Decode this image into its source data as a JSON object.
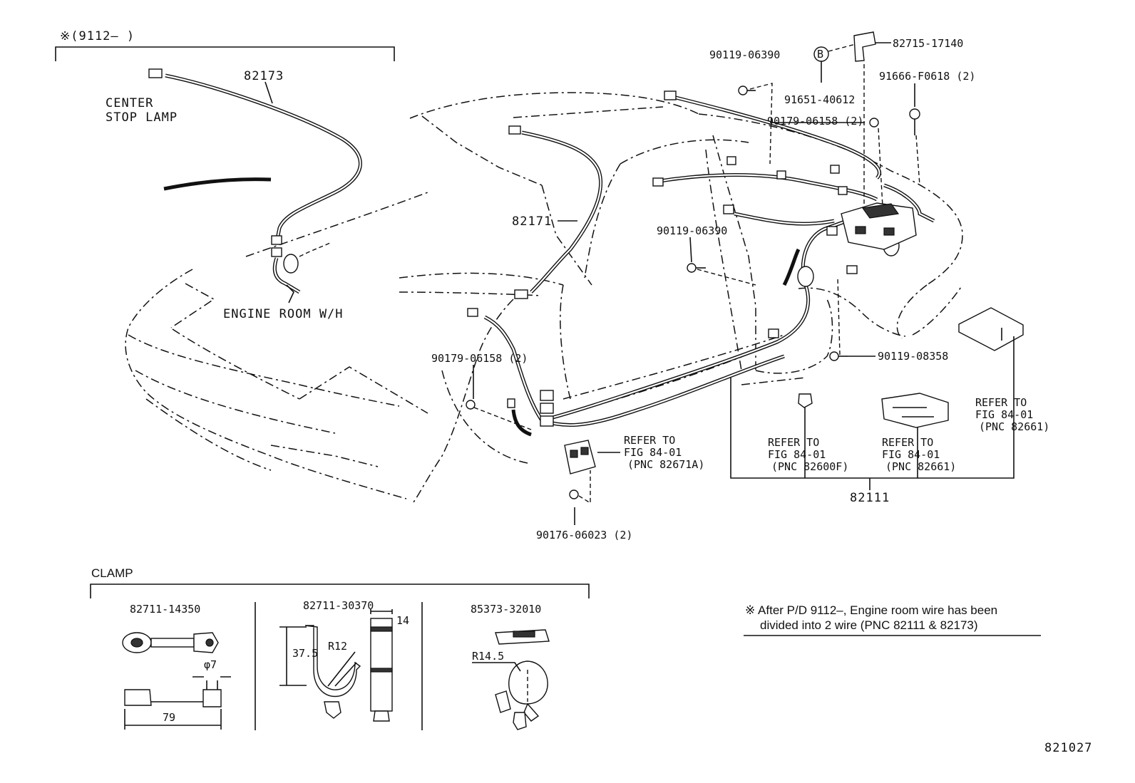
{
  "header": {
    "variant_bracket": "※(9112–        )"
  },
  "parts": {
    "p82173": "82173",
    "center_stop_lamp_1": "CENTER",
    "center_stop_lamp_2": "STOP LAMP",
    "engine_room": "ENGINE ROOM W/H",
    "p82171": "82171",
    "p90119_06390_a": "90119-06390",
    "p90119_06390_b": "90119-06390",
    "p82715_17140": "82715-17140",
    "p91651_40612": "91651-40612",
    "p91666_f0618": "91666-F0618 (2)",
    "p90179_06158_a": "90179-06158 (2)",
    "p90179_06158_b": "90179-06158 (2)",
    "p90119_08358": "90119-08358",
    "p90176_06023": "90176-06023 (2)",
    "p82111": "82111",
    "circle_b": "B",
    "ref_a": [
      "REFER TO",
      "FIG 84-01",
      "(PNC 82671A)"
    ],
    "ref_b": [
      "REFER TO",
      "FIG 84-01",
      "(PNC 82600F)"
    ],
    "ref_c": [
      "REFER TO",
      "FIG 84-01",
      "(PNC 82661)"
    ],
    "ref_d": [
      "REFER TO",
      "FIG 84-01",
      "(PNC 82661)"
    ]
  },
  "clamp": {
    "title": "CLAMP",
    "c1": "82711-14350",
    "c2": "82711-30370",
    "c3": "85373-32010",
    "dim_phi7": "φ7",
    "dim_79": "79",
    "dim_37_5": "37.5",
    "dim_r12": "R12",
    "dim_14": "14",
    "dim_r14_5": "R14.5"
  },
  "note": {
    "line1": "※ After P/D 9112–, Engine room wire has been",
    "line2": "divided into 2 wire (PNC 82111 & 82173)"
  },
  "figure_id": "821027"
}
